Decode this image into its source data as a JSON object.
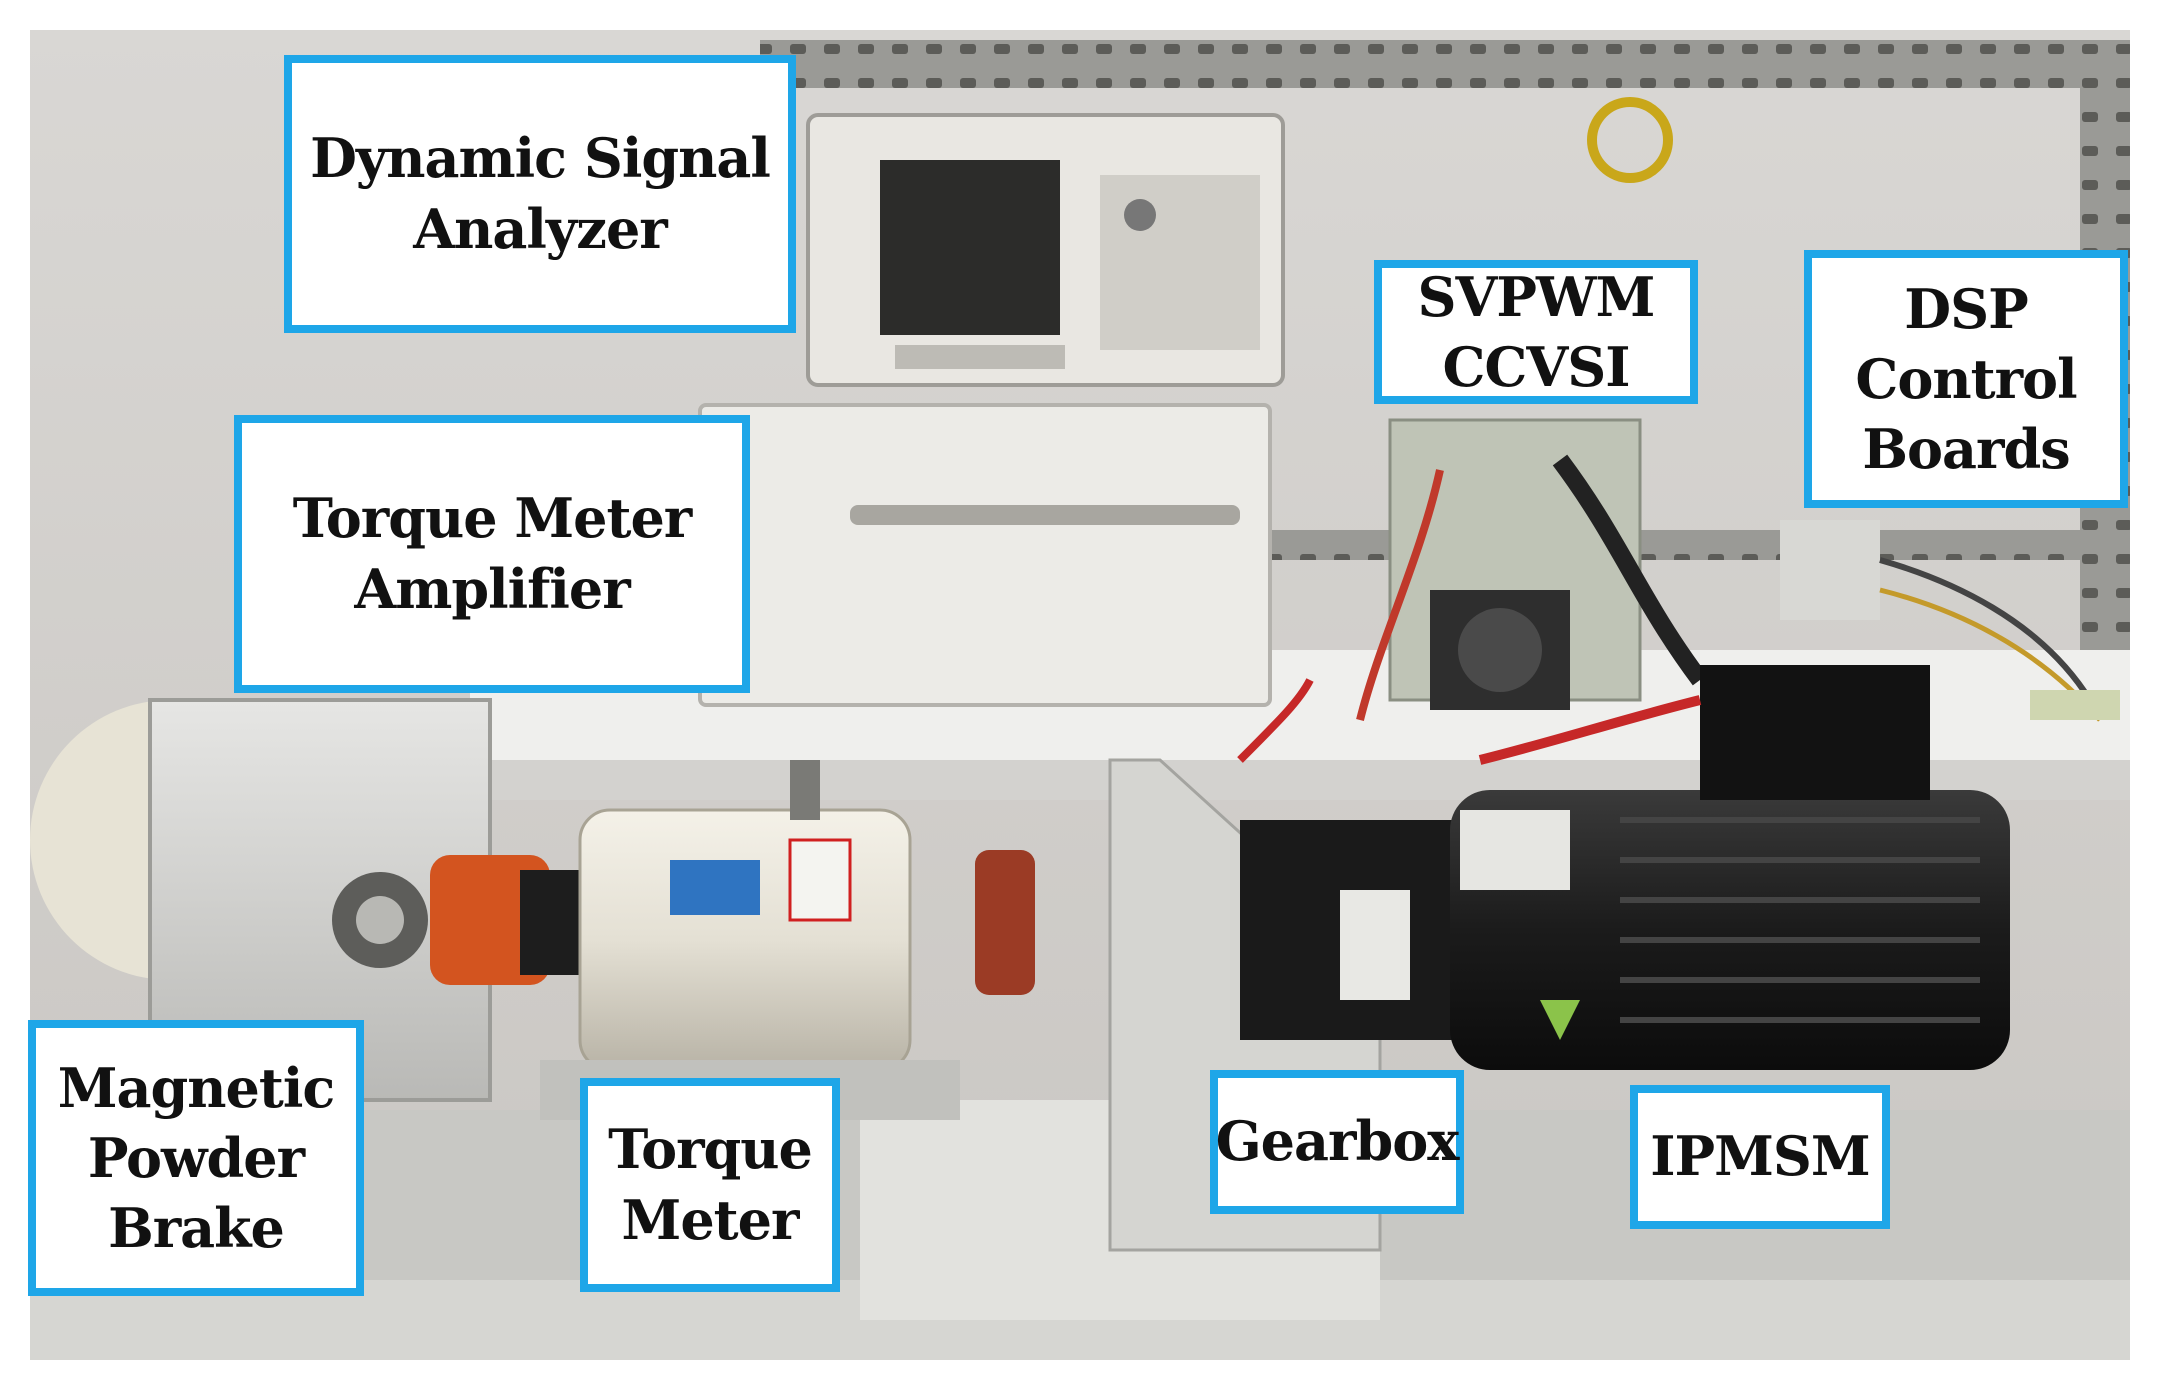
{
  "colors": {
    "label_border": "#1ea6e8",
    "label_background": "#ffffff",
    "label_text": "#111111"
  },
  "labels": {
    "dynamic_signal_analyzer": [
      "Dynamic Signal",
      "Analyzer"
    ],
    "svpwm_ccvsi": [
      "SVPWM",
      "CCVSI"
    ],
    "dsp_control_boards": [
      "DSP",
      "Control",
      "Boards"
    ],
    "torque_meter_amplifier": [
      "Torque Meter",
      "Amplifier"
    ],
    "magnetic_powder_brake": [
      "Magnetic",
      "Powder",
      "Brake"
    ],
    "torque_meter": [
      "Torque",
      "Meter"
    ],
    "gearbox": [
      "Gearbox"
    ],
    "ipmsm": [
      "IPMSM"
    ]
  }
}
